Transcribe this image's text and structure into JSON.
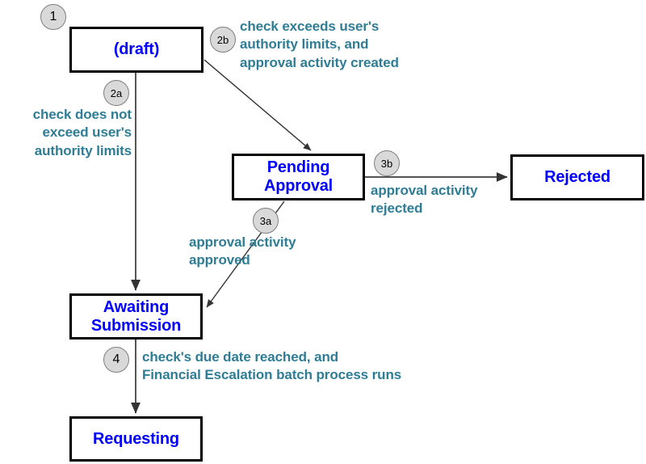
{
  "diagram": {
    "title": "Check Status Workflow",
    "colors": {
      "node_text": "#0000FF",
      "node_border": "#000000",
      "label_text": "#2E7D96",
      "badge_fill": "#D9D9D9",
      "badge_border": "#7F7F7F",
      "edge_stroke": "#404040",
      "background": "#FFFFFF"
    },
    "nodes": [
      {
        "id": "draft",
        "label": "(draft)"
      },
      {
        "id": "pending",
        "label": "Pending\nApproval"
      },
      {
        "id": "rejected",
        "label": "Rejected"
      },
      {
        "id": "awaiting",
        "label": "Awaiting\nSubmission"
      },
      {
        "id": "requesting",
        "label": "Requesting"
      }
    ],
    "badges": [
      {
        "id": "1",
        "label": "1"
      },
      {
        "id": "2a",
        "label": "2a"
      },
      {
        "id": "2b",
        "label": "2b"
      },
      {
        "id": "3a",
        "label": "3a"
      },
      {
        "id": "3b",
        "label": "3b"
      },
      {
        "id": "4",
        "label": "4"
      }
    ],
    "edge_labels": [
      {
        "id": "2a",
        "text": "check does not\nexceed user's\nauthority limits"
      },
      {
        "id": "2b",
        "text": "check exceeds user's\nauthority limits, and\napproval activity created"
      },
      {
        "id": "3a",
        "text": "approval activity\napproved"
      },
      {
        "id": "3b",
        "text": "approval activity\nrejected"
      },
      {
        "id": "4",
        "text": "check's due date reached, and\nFinancial Escalation batch process runs"
      }
    ]
  }
}
